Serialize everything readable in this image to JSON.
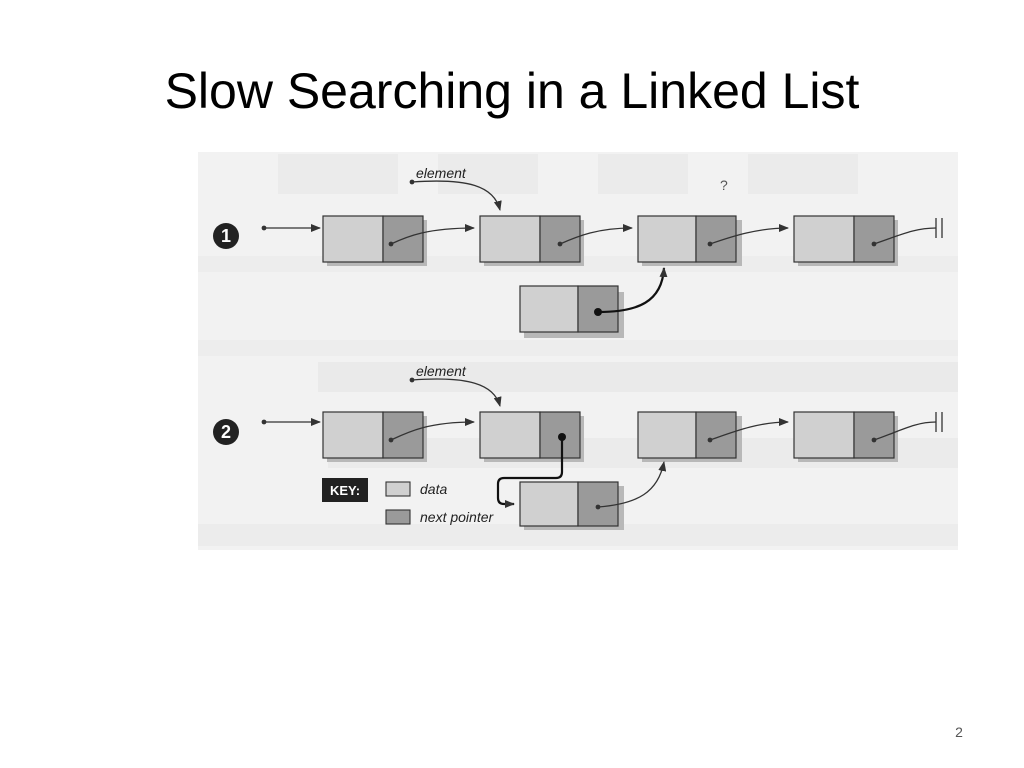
{
  "slide": {
    "title": "Slow Searching in a Linked List",
    "page_number": "2"
  },
  "figure": {
    "step_labels": [
      "1",
      "2"
    ],
    "element_label": "element",
    "question_mark": "?",
    "key": {
      "title": "KEY:",
      "data_label": "data",
      "pointer_label": "next pointer"
    }
  },
  "colors": {
    "data_cell": "#d0d0d0",
    "pointer_cell": "#9a9a9a",
    "figure_bg": "#f2f2f2"
  }
}
